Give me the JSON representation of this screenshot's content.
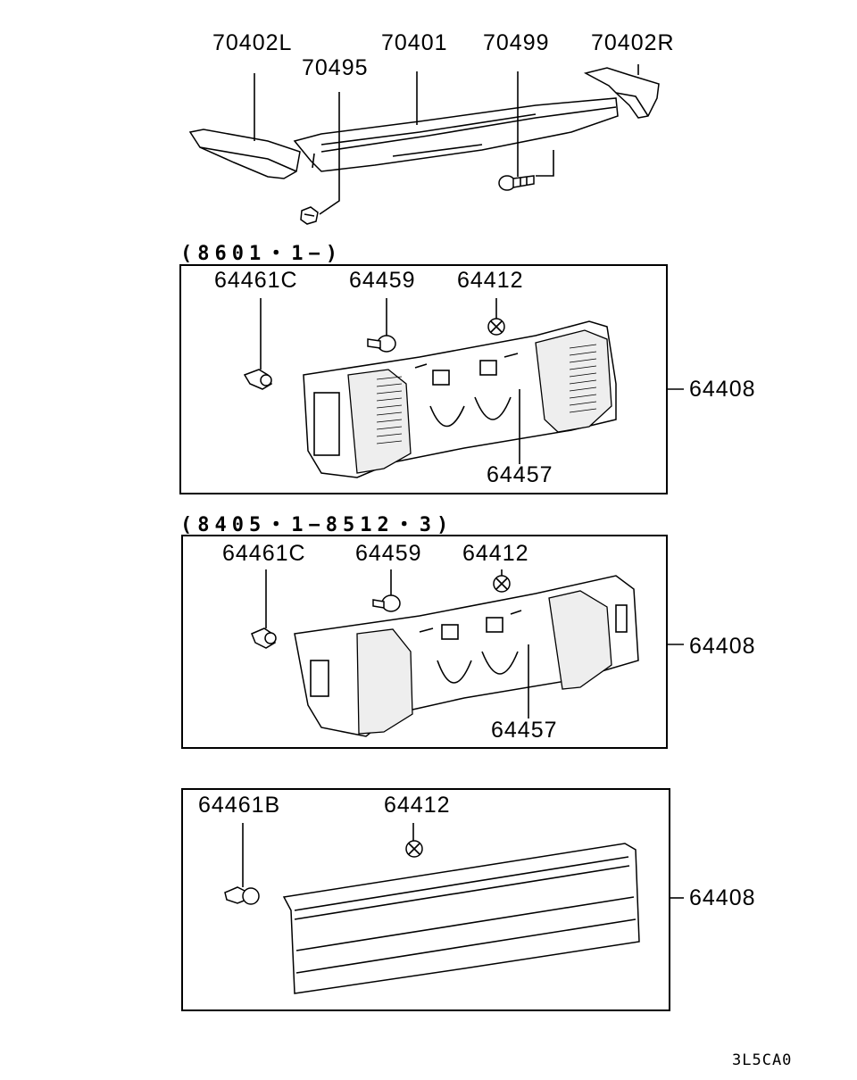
{
  "spoiler": {
    "left_end": "70402L",
    "center": "70401",
    "clip": "70495",
    "screw": "70499",
    "right_end": "70402R"
  },
  "panel_a": {
    "header": "(8601・1−)",
    "clip": "64461C",
    "screw": "64459",
    "nut": "64412",
    "bolt": "64457",
    "garnish": "64408"
  },
  "panel_b": {
    "header": "(8405・1−8512・3)",
    "clip": "64461C",
    "screw": "64459",
    "nut": "64412",
    "bolt": "64457",
    "garnish": "64408"
  },
  "panel_c": {
    "clip": "64461B",
    "nut": "64412",
    "garnish": "64408"
  },
  "footer": {
    "code": "3L5CA0"
  }
}
